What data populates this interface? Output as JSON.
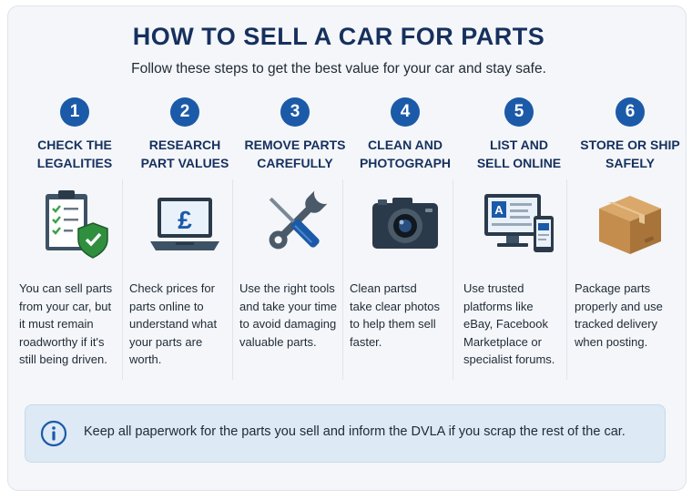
{
  "header": {
    "title": "HOW TO SELL A CAR FOR PARTS",
    "subtitle": "Follow these steps to get the best value for your car and stay safe."
  },
  "steps": [
    {
      "number": "1",
      "heading_line1": "CHECK THE",
      "heading_line2": "LEGALITIES",
      "icon": "clipboard-shield-icon",
      "desc_lines": [
        "You can sell parts",
        "from your car, but",
        "it must remain",
        "roadworthy if it's",
        "still being driven."
      ]
    },
    {
      "number": "2",
      "heading_line1": "RESEARCH",
      "heading_line2": "PART VALUES",
      "icon": "laptop-pound-icon",
      "desc_lines": [
        "Check prices for",
        "parts online to",
        "understand what",
        "your parts are",
        "worth."
      ]
    },
    {
      "number": "3",
      "heading_line1": "REMOVE PARTS",
      "heading_line2": "CAREFULLY",
      "icon": "wrench-screwdriver-icon",
      "desc_lines": [
        "Use the right tools",
        "and take your time",
        "to avoid damaging",
        "valuable parts."
      ]
    },
    {
      "number": "4",
      "heading_line1": "CLEAN AND",
      "heading_line2": "PHOTOGRAPH",
      "icon": "camera-icon",
      "desc_lines": [
        "Clean partsd",
        "take clear photos",
        "to help them sell",
        "faster."
      ]
    },
    {
      "number": "5",
      "heading_line1": "LIST AND",
      "heading_line2": "SELL ONLINE",
      "icon": "monitor-phone-icon",
      "desc_lines": [
        "Use trusted",
        "platforms like",
        "eBay, Facebook",
        "Marketplace or",
        "specialist forums."
      ]
    },
    {
      "number": "6",
      "heading_line1": "STORE OR SHIP",
      "heading_line2": "SAFELY",
      "icon": "box-icon",
      "desc_lines": [
        "Package parts",
        "properly and use",
        "tracked delivery",
        "when posting."
      ]
    }
  ],
  "note": {
    "icon": "info-icon",
    "text": "Keep all paperwork for the parts you sell and inform the DVLA if you scrap the rest of the car."
  },
  "colors": {
    "accent": "#1b5aa8",
    "title": "#16305e",
    "note_bg": "#dde9f5"
  }
}
